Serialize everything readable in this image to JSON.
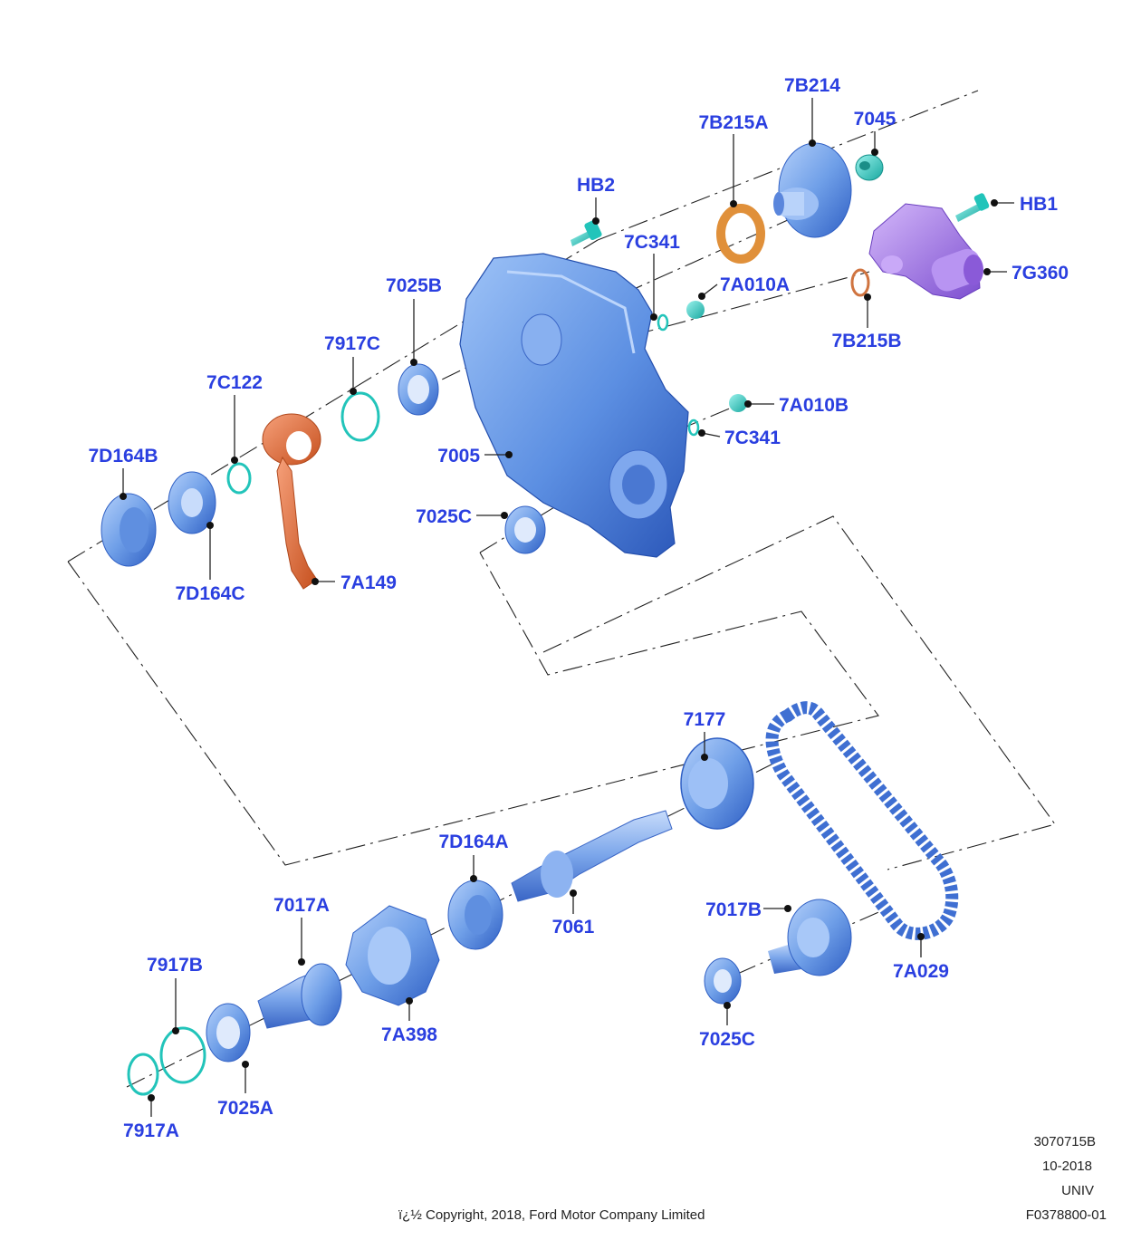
{
  "diagram": {
    "labels": [
      {
        "id": "7B214",
        "text": "7B214"
      },
      {
        "id": "7045",
        "text": "7045"
      },
      {
        "id": "7B215A",
        "text": "7B215A"
      },
      {
        "id": "HB2",
        "text": "HB2"
      },
      {
        "id": "HB1",
        "text": "HB1"
      },
      {
        "id": "7C341-top",
        "text": "7C341"
      },
      {
        "id": "7A010A",
        "text": "7A010A"
      },
      {
        "id": "7G360",
        "text": "7G360"
      },
      {
        "id": "7025B",
        "text": "7025B"
      },
      {
        "id": "7B215B",
        "text": "7B215B"
      },
      {
        "id": "7917C",
        "text": "7917C"
      },
      {
        "id": "7C122",
        "text": "7C122"
      },
      {
        "id": "7A010B",
        "text": "7A010B"
      },
      {
        "id": "7C341-bottom",
        "text": "7C341"
      },
      {
        "id": "7D164B",
        "text": "7D164B"
      },
      {
        "id": "7005",
        "text": "7005"
      },
      {
        "id": "7025C-top",
        "text": "7025C"
      },
      {
        "id": "7D164C",
        "text": "7D164C"
      },
      {
        "id": "7A149",
        "text": "7A149"
      },
      {
        "id": "7177",
        "text": "7177"
      },
      {
        "id": "7D164A",
        "text": "7D164A"
      },
      {
        "id": "7017A",
        "text": "7017A"
      },
      {
        "id": "7061",
        "text": "7061"
      },
      {
        "id": "7017B",
        "text": "7017B"
      },
      {
        "id": "7917B",
        "text": "7917B"
      },
      {
        "id": "7A029",
        "text": "7A029"
      },
      {
        "id": "7A398",
        "text": "7A398"
      },
      {
        "id": "7025C-bottom",
        "text": "7025C"
      },
      {
        "id": "7025A",
        "text": "7025A"
      },
      {
        "id": "7917A",
        "text": "7917A"
      }
    ]
  },
  "footer": {
    "ref_number": "3070715B",
    "date": "10-2018",
    "scope": "UNIV",
    "figure_id": "F0378800-01",
    "copyright": "ï¿½ Copyright, 2018, Ford Motor Company Limited"
  },
  "colors": {
    "label": "#2a3fe0",
    "part_blue": "#6f9fe8",
    "part_cyan": "#32d2c8",
    "part_orange": "#e0703a",
    "part_purple": "#a77ee8"
  }
}
